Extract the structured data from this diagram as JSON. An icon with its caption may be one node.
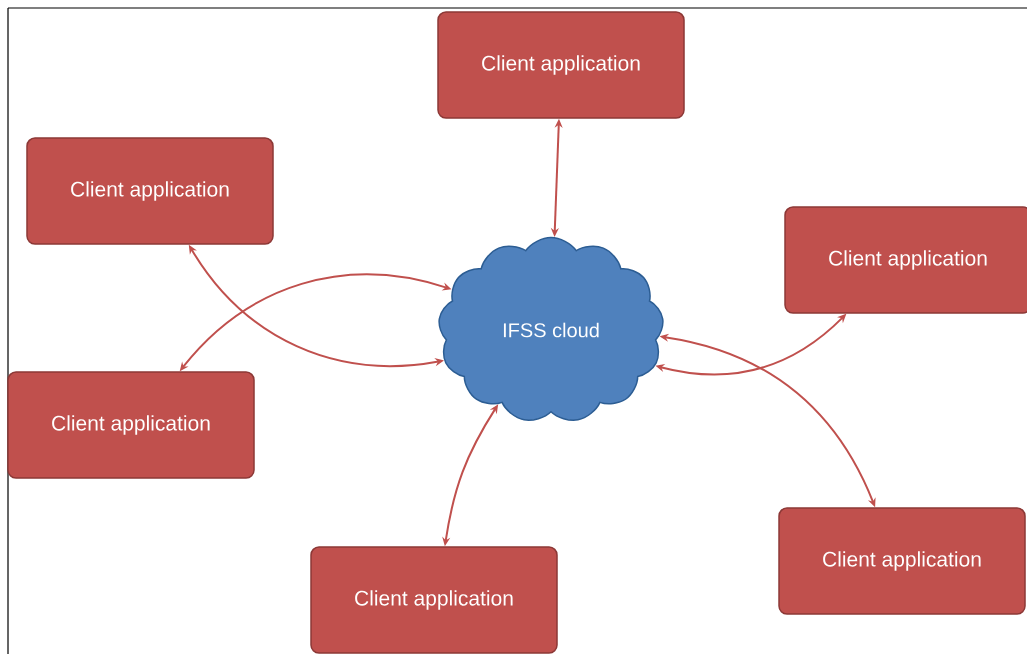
{
  "diagram": {
    "nodes": [
      {
        "text": [
          "IFSS cloud"
        ]
      },
      {
        "text": [
          "Client application"
        ]
      },
      {
        "text": [
          "Client application"
        ]
      },
      {
        "text": [
          "Client application"
        ]
      },
      {
        "text": [
          "Client application"
        ]
      },
      {
        "text": [
          "Client application"
        ]
      },
      {
        "text": [
          "Client application"
        ]
      }
    ],
    "edges": [
      {
        "from": 0,
        "to": 1,
        "arrow": "both"
      },
      {
        "from": 0,
        "to": 2,
        "arrow": "both"
      },
      {
        "from": 0,
        "to": 3,
        "arrow": "both"
      },
      {
        "from": 0,
        "to": 4,
        "arrow": "both"
      },
      {
        "from": 0,
        "to": 5,
        "arrow": "both"
      },
      {
        "from": 0,
        "to": 6,
        "arrow": "both"
      }
    ]
  }
}
